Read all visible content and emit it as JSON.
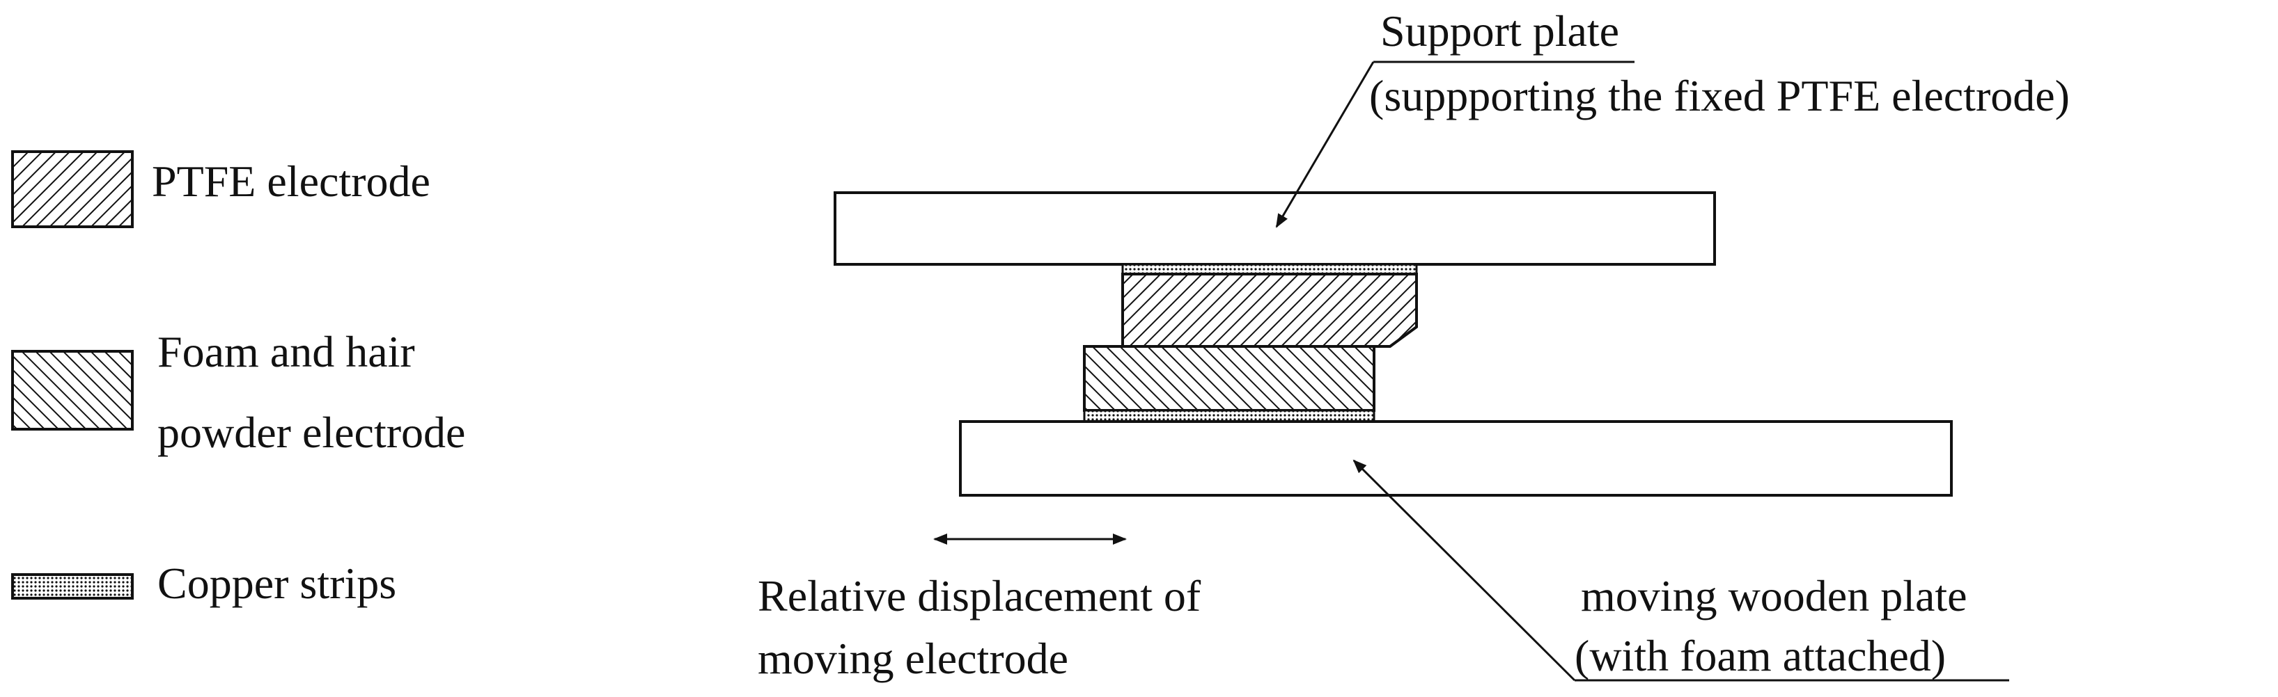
{
  "legend": {
    "ptfe": "PTFE electrode",
    "foam_line1": "Foam and hair",
    "foam_line2": "powder electrode",
    "copper": "Copper strips"
  },
  "annotations": {
    "support_line1": "Support plate",
    "support_line2": "(suppporting the fixed PTFE electrode)",
    "displacement_line1": "Relative displacement of",
    "displacement_line2": "moving electrode",
    "moving_line1": "moving wooden plate",
    "moving_line2": "(with foam attached)"
  },
  "colors": {
    "stroke": "#111111",
    "fill": "#ffffff"
  }
}
